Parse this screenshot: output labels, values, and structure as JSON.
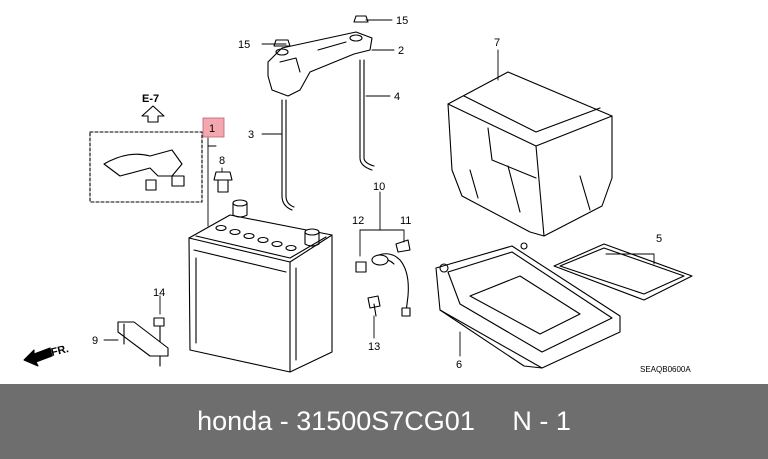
{
  "diagram": {
    "ref_arrow_label": "E-7",
    "direction_label": "FR.",
    "drawing_code": "SEAQB0600A",
    "callouts": {
      "c1": "1",
      "c2": "2",
      "c3": "3",
      "c4": "4",
      "c5": "5",
      "c6": "6",
      "c7": "7",
      "c8": "8",
      "c9": "9",
      "c10": "10",
      "c11": "11",
      "c12": "12",
      "c13": "13",
      "c14": "14",
      "c15a": "15",
      "c15b": "15"
    },
    "highlight_color": "#f2a8ae"
  },
  "footer": {
    "part_text": "honda - 31500S7CG01",
    "qty_text": "N - 1"
  }
}
